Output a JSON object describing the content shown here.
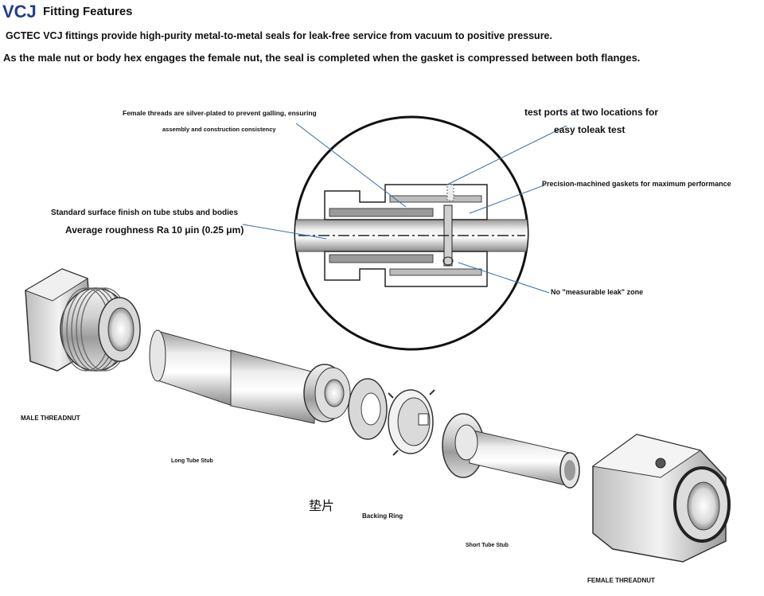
{
  "header": {
    "brand": "VCJ",
    "title": "Fitting Features"
  },
  "intro": {
    "line1": "GCTEC VCJ fittings provide high-purity metal-to-metal seals for leak-free service from vacuum to positive pressure.",
    "line2": "As the male nut or body hex engages the female nut, the seal is completed when the gasket is compressed between both flanges."
  },
  "callouts": {
    "female_threads_1": "Female threads are silver-plated to prevent galling, ensuring",
    "female_threads_2": "assembly and construction consistency",
    "test_ports_1": "test ports at two locations for",
    "test_ports_2": "easy toleak test",
    "gaskets": "Precision-machined gaskets for maximum performance",
    "surface_1": "Standard surface finish on tube stubs and bodies",
    "surface_2": "Average roughness Ra 10 μin (0.25 μm)",
    "leak_zone": "No \"measurable leak\" zone"
  },
  "parts": {
    "male_nut": "MALE THREADNUT",
    "long_stub": "Long Tube Stub",
    "gasket_cn": "垫片",
    "backing_ring": "Backing Ring",
    "short_stub": "Short Tube Stub",
    "female_nut": "FEMALE THREADNUT"
  }
}
